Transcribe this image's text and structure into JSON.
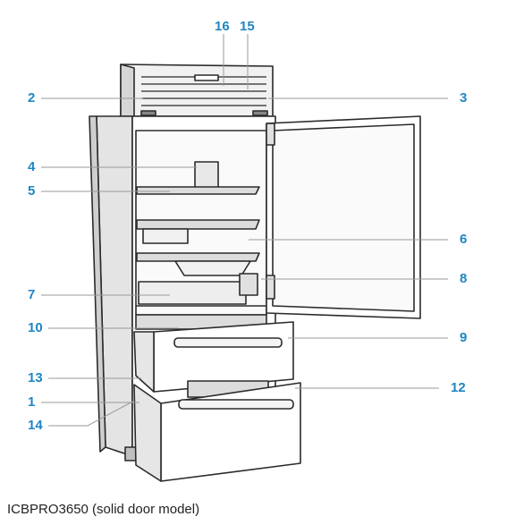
{
  "caption": "ICBPRO3650 (solid door model)",
  "callouts": {
    "c1": "1",
    "c2": "2",
    "c3": "3",
    "c4": "4",
    "c5": "5",
    "c6": "6",
    "c7": "7",
    "c8": "8",
    "c9": "9",
    "c10": "10",
    "c12": "12",
    "c13": "13",
    "c14": "14",
    "c15": "15",
    "c16": "16"
  },
  "colors": {
    "callout": "#1f86c4",
    "leader": "#9a9a9a",
    "outline": "#2b2b2b",
    "shading": "#dcdcdc"
  }
}
